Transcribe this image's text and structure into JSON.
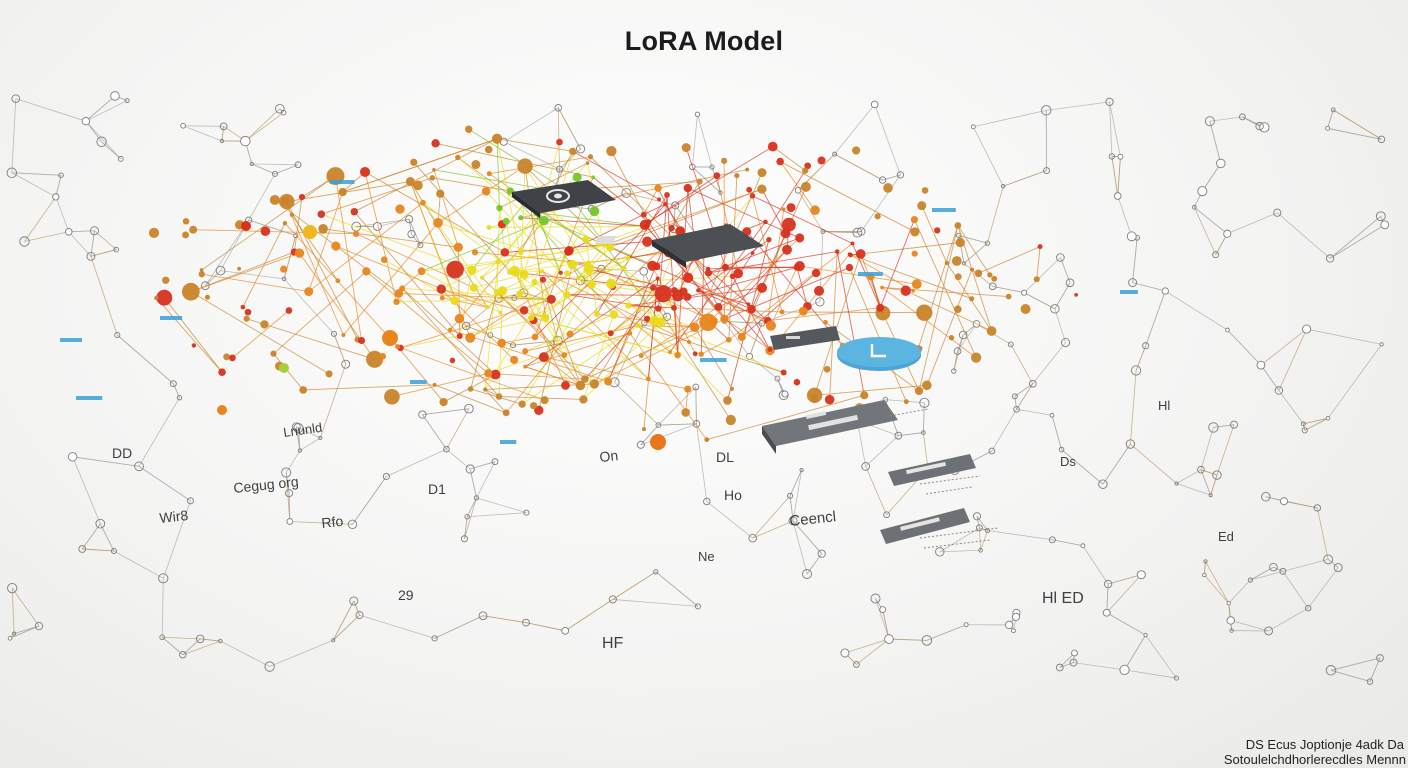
{
  "title": "LoRA Model",
  "labels": [
    {
      "text": "DD"
    },
    {
      "text": "Cegug org"
    },
    {
      "text": "Wir8"
    },
    {
      "text": "Rfo"
    },
    {
      "text": "D1"
    },
    {
      "text": "Lnunld"
    },
    {
      "text": "On"
    },
    {
      "text": "DL"
    },
    {
      "text": "Ho"
    },
    {
      "text": "Ceencl"
    },
    {
      "text": "Ne"
    },
    {
      "text": "29"
    },
    {
      "text": "HF"
    },
    {
      "text": "Hl ED"
    },
    {
      "text": "Ed"
    },
    {
      "text": "Ds"
    },
    {
      "text": "Hl"
    }
  ],
  "footer": {
    "line1": "DS Ecus Joptionje 4adk Da",
    "line2": "Sotoulelchdhorlerecdles Mennn"
  },
  "colors": {
    "hot_red": "#d8321f",
    "orange": "#e8861c",
    "yellow": "#eadb1a",
    "green": "#78c42b",
    "edge_gray": "#9a9a9a",
    "chip": "#55585c",
    "circle_accent": "#4aa6d6"
  }
}
